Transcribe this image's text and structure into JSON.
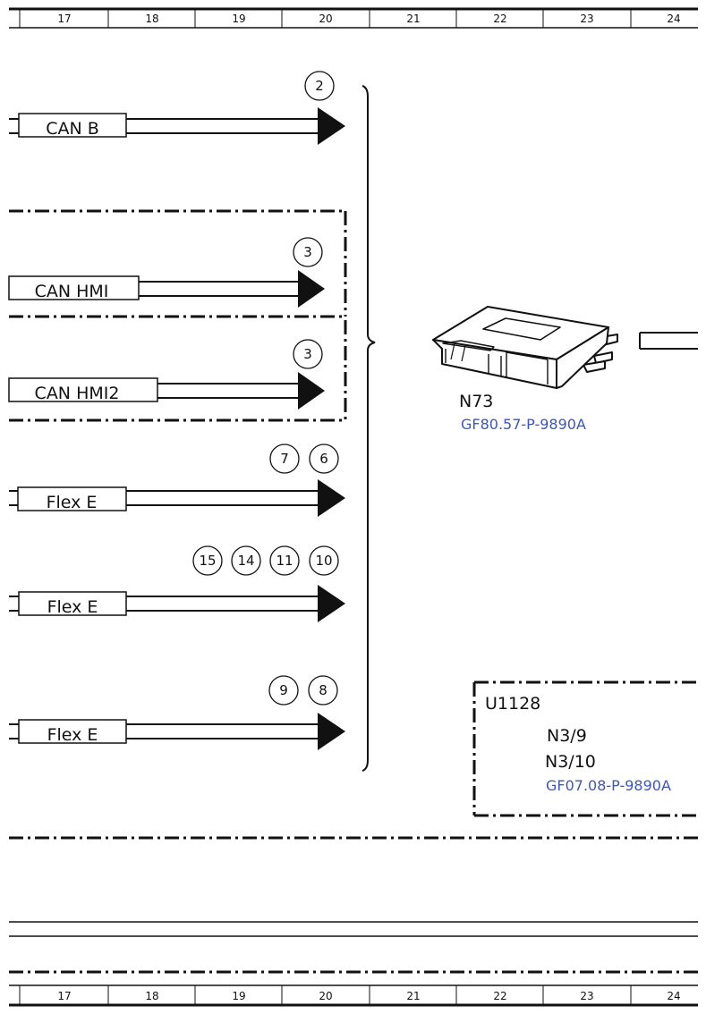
{
  "ruler": {
    "columns": [
      "17",
      "18",
      "19",
      "20",
      "21",
      "22",
      "23",
      "24"
    ]
  },
  "buses": [
    {
      "label": "CAN B",
      "markers": [
        "2"
      ]
    },
    {
      "label": "CAN HMI",
      "markers": [
        "3"
      ]
    },
    {
      "label": "CAN HMI2",
      "markers": [
        "3"
      ]
    },
    {
      "label": "Flex E",
      "markers": [
        "7",
        "6"
      ]
    },
    {
      "label": "Flex E",
      "markers": [
        "15",
        "14",
        "11",
        "10"
      ]
    },
    {
      "label": "Flex E",
      "markers": [
        "9",
        "8"
      ]
    }
  ],
  "component": {
    "code": "N73",
    "ref": "GF80.57-P-9890A"
  },
  "group": {
    "code": "U1128",
    "items": [
      "N3/9",
      "N3/10"
    ],
    "ref": "GF07.08-P-9890A"
  },
  "colors": {
    "line": "#111111",
    "link": "#3d56b8"
  }
}
